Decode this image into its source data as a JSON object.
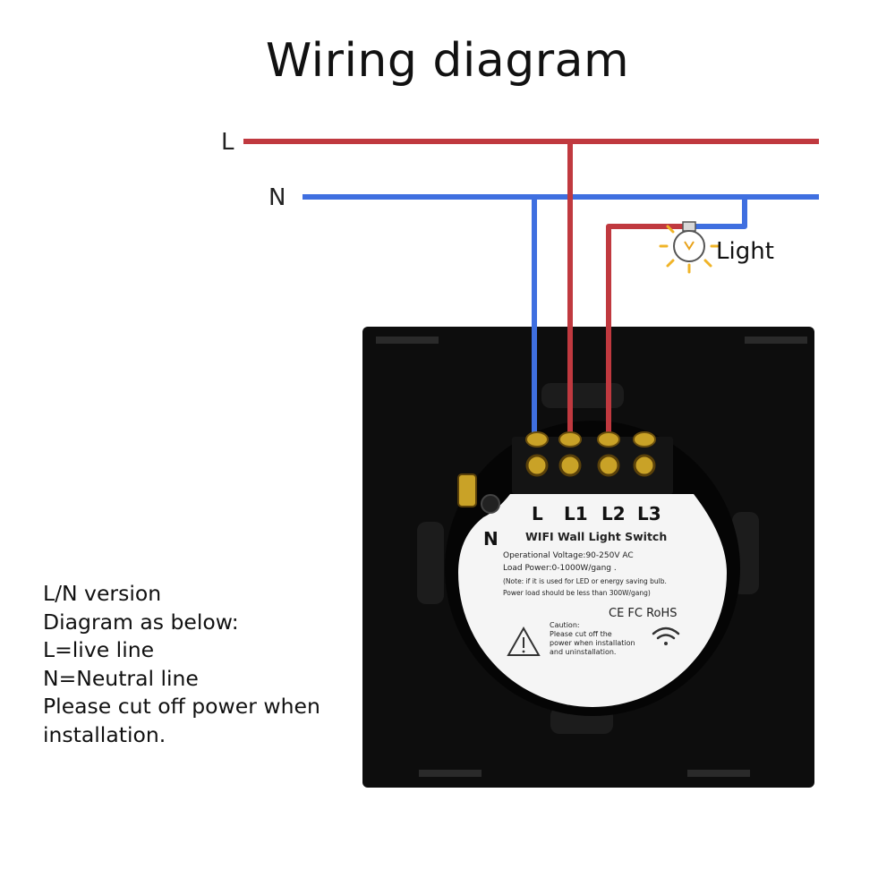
{
  "title": "Wiring diagram",
  "wires": {
    "live_label": "L",
    "neutral_label": "N"
  },
  "load": {
    "label": "Light"
  },
  "terminals": {
    "l": "L",
    "l1": "L1",
    "l2": "L2",
    "l3": "L3",
    "n": "N"
  },
  "sticker": {
    "product": "WIFI Wall Light Switch",
    "voltage": "Operational Voltage:90-250V AC",
    "load_power": "Load Power:0-1000W/gang .",
    "note_1": "(Note: if it is used for LED or energy saving bulb.",
    "note_2": "Power load should be less than 300W/gang)",
    "certifications": "CE FC RoHS",
    "caution_title": "Caution:",
    "caution_1": "Please cut off the",
    "caution_2": "power when installation",
    "caution_3": "and uninstallation."
  },
  "notes": [
    "L/N version",
    "Diagram as below:",
    "L=live line",
    "N=Neutral line",
    "Please cut off power when",
    "installation."
  ],
  "colors": {
    "live": "#c0393f",
    "neutral": "#3f6fe0",
    "panel": "#0d0d0d",
    "brass": "#c9a227"
  }
}
